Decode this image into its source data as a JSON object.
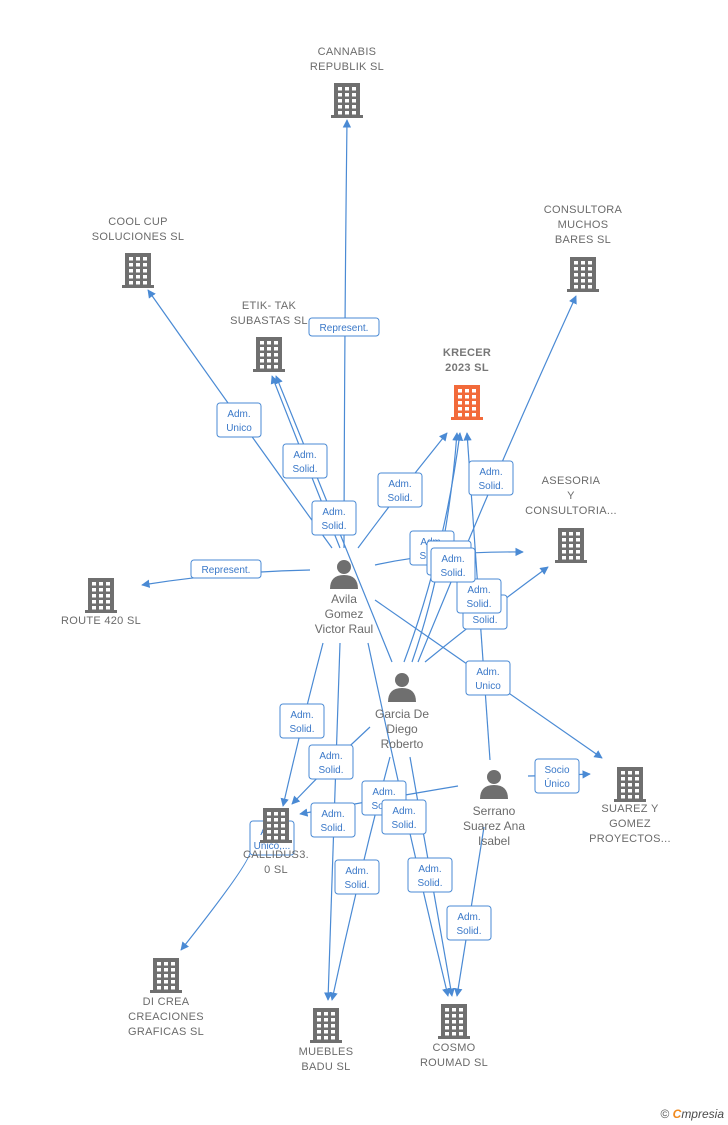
{
  "colors": {
    "edge": "#4a8ad4",
    "company": "#6f6f6f",
    "focus_company": "#f26a3a",
    "person": "#6f6f6f",
    "label": "#6b6b6b"
  },
  "companies": [
    {
      "id": "cannabis",
      "lines": [
        "CANNABIS",
        "REPUBLIK  SL"
      ],
      "focus": false
    },
    {
      "id": "coolcup",
      "lines": [
        "COOL CUP",
        "SOLUCIONES SL"
      ],
      "focus": false
    },
    {
      "id": "consultora",
      "lines": [
        "CONSULTORA",
        "MUCHOS",
        "BARES  SL"
      ],
      "focus": false
    },
    {
      "id": "etik",
      "lines": [
        "ETIK-  TAK",
        "SUBASTAS SL"
      ],
      "focus": false
    },
    {
      "id": "krecer",
      "lines": [
        "KRECER",
        "2023  SL"
      ],
      "focus": true
    },
    {
      "id": "asesoria",
      "lines": [
        "ASESORIA",
        "Y",
        "CONSULTORIA..."
      ],
      "focus": false
    },
    {
      "id": "route",
      "lines": [
        "ROUTE 420  SL"
      ],
      "focus": false
    },
    {
      "id": "suarez",
      "lines": [
        "SUAREZ Y",
        "GOMEZ",
        "PROYECTOS..."
      ],
      "focus": false
    },
    {
      "id": "callidus",
      "lines": [
        "CALLIDUS3.",
        "0  SL"
      ],
      "focus": false
    },
    {
      "id": "dicrea",
      "lines": [
        "DI CREA",
        "CREACIONES",
        "GRAFICAS SL"
      ],
      "focus": false
    },
    {
      "id": "muebles",
      "lines": [
        "MUEBLES",
        "BADU  SL"
      ],
      "focus": false
    },
    {
      "id": "cosmo",
      "lines": [
        "COSMO",
        "ROUMAD  SL"
      ],
      "focus": false
    }
  ],
  "persons": [
    {
      "id": "avila",
      "lines": [
        "Avila",
        "Gomez",
        "Victor Raul"
      ]
    },
    {
      "id": "garcia",
      "lines": [
        "Garcia De",
        "Diego",
        "Roberto"
      ]
    },
    {
      "id": "serrano",
      "lines": [
        "Serrano",
        "Suarez Ana",
        "Isabel"
      ]
    }
  ],
  "edges": [
    {
      "from": "avila",
      "to": "cannabis",
      "label": [
        "Represent."
      ]
    },
    {
      "from": "avila",
      "to": "coolcup",
      "label": [
        "Adm.",
        "Unico"
      ]
    },
    {
      "from": "avila",
      "to": "etik",
      "label": [
        "Adm.",
        "Solid."
      ]
    },
    {
      "from": "garcia",
      "to": "etik",
      "label": [
        "Adm.",
        "Solid."
      ]
    },
    {
      "from": "avila",
      "to": "krecer",
      "label": [
        "Adm.",
        "Solid."
      ]
    },
    {
      "from": "garcia",
      "to": "consultora",
      "label": [
        "Adm.",
        "Solid."
      ]
    },
    {
      "from": "avila",
      "to": "asesoria",
      "label": [
        "Adm.",
        "Solid."
      ]
    },
    {
      "from": "garcia",
      "to": "krecer",
      "label": [
        "Adm.",
        "Solid."
      ]
    },
    {
      "from": "garcia",
      "to": "asesoria",
      "label": [
        "Adm.",
        "Solid."
      ]
    },
    {
      "from": "serrano",
      "to": "krecer",
      "label": [
        "Adm.",
        "Solid."
      ]
    },
    {
      "from": "avila",
      "to": "route",
      "label": [
        "Represent."
      ]
    },
    {
      "from": "avila",
      "to": "suarez",
      "label": [
        "Adm.",
        "Unico"
      ]
    },
    {
      "from": "serrano",
      "to": "suarez",
      "label": [
        "Socio",
        "Único"
      ]
    },
    {
      "from": "avila",
      "to": "callidus",
      "label": [
        "Adm.",
        "Solid."
      ]
    },
    {
      "from": "garcia",
      "to": "callidus",
      "label": [
        "Adm.",
        "Solid."
      ]
    },
    {
      "from": "serrano",
      "to": "callidus",
      "label": [
        "Adm.",
        "Solid."
      ]
    },
    {
      "from": "callidus",
      "to": "dicrea",
      "label": [
        "Adm.",
        "Unico,..."
      ]
    },
    {
      "from": "avila",
      "to": "muebles",
      "label": [
        "Adm.",
        "Solid."
      ]
    },
    {
      "from": "garcia",
      "to": "muebles",
      "label": [
        "Adm.",
        "Solid."
      ]
    },
    {
      "from": "avila",
      "to": "cosmo",
      "label": [
        "Adm.",
        "Solid."
      ]
    },
    {
      "from": "garcia",
      "to": "cosmo",
      "label": [
        "Adm.",
        "Solid."
      ]
    },
    {
      "from": "serrano",
      "to": "cosmo",
      "label": [
        "Adm.",
        "Solid."
      ]
    },
    {
      "from": "garcia",
      "to": "krecer",
      "label": [
        "Adm.",
        "Solid."
      ]
    }
  ],
  "brand": {
    "copyright": "©",
    "e": "C",
    "rest": "mpresia"
  }
}
